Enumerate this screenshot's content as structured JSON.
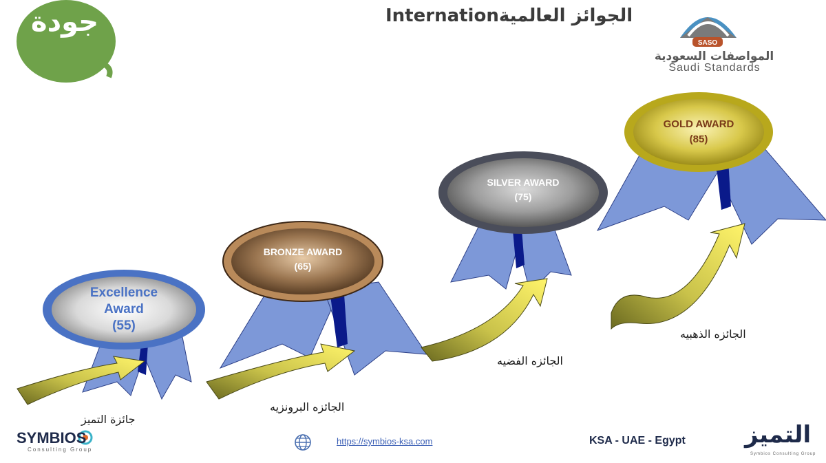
{
  "slide": {
    "title": "Internationالجوائز العالمية"
  },
  "logos": {
    "jawda": {
      "text": "جودة",
      "color": "#6fa24a"
    },
    "saso": {
      "badge": "SASO",
      "arabic": "المواصفات السعودية",
      "english": "Saudi Standards"
    },
    "symbios": {
      "name": "SYMBIOS",
      "subtitle": "Consulting Group"
    },
    "tamayoz": {
      "name": "التميز",
      "subtitle": "Symbios Consulting Group"
    }
  },
  "awards": [
    {
      "line1": "Excellence",
      "line2": "Award",
      "score": "(55)",
      "caption": "جائزة التميز",
      "color": "#4a72c4"
    },
    {
      "line1": "BRONZE AWARD",
      "line2": "",
      "score": "(65)",
      "caption": "الجائزه البرونزيه",
      "color": "#7a5a38"
    },
    {
      "line1": "SILVER AWARD",
      "line2": "",
      "score": "(75)",
      "caption": "الجائزه الفضيه",
      "color": "#6e6e6e"
    },
    {
      "line1": "GOLD AWARD",
      "line2": "",
      "score": "(85)",
      "caption": "الجائزه الذهبيه",
      "color": "#c9b92a"
    }
  ],
  "footer": {
    "link": "https://symbios-ksa.com",
    "regions": "KSA - UAE - Egypt",
    "globe_icon": "globe-icon"
  }
}
